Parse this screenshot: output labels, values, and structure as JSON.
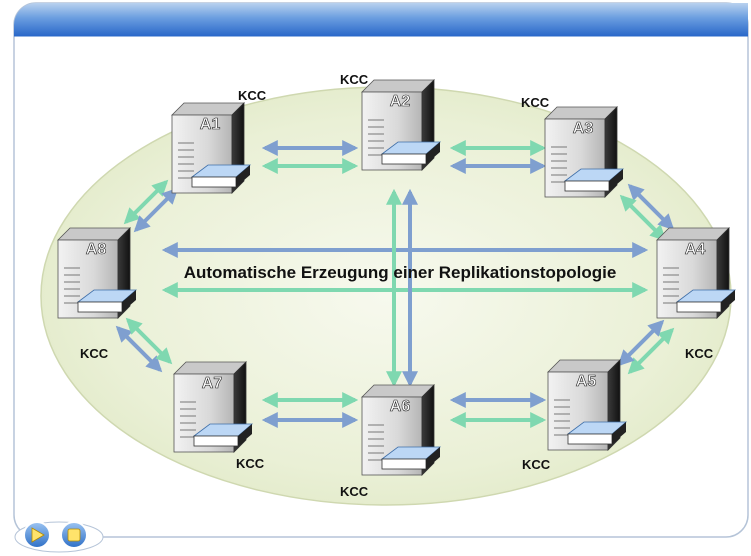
{
  "diagram": {
    "caption": "Automatische Erzeugung einer Replikationstopologie",
    "servers": [
      {
        "id": "A1",
        "label": "A1",
        "kcc_label": "KCC"
      },
      {
        "id": "A2",
        "label": "A2",
        "kcc_label": "KCC"
      },
      {
        "id": "A3",
        "label": "A3",
        "kcc_label": "KCC"
      },
      {
        "id": "A4",
        "label": "A4",
        "kcc_label": "KCC"
      },
      {
        "id": "A5",
        "label": "A5",
        "kcc_label": "KCC"
      },
      {
        "id": "A6",
        "label": "A6",
        "kcc_label": "KCC"
      },
      {
        "id": "A7",
        "label": "A7",
        "kcc_label": "KCC"
      },
      {
        "id": "A8",
        "label": "A8",
        "kcc_label": "KCC"
      }
    ],
    "connections": [
      [
        "A1",
        "A2"
      ],
      [
        "A2",
        "A3"
      ],
      [
        "A3",
        "A4"
      ],
      [
        "A4",
        "A5"
      ],
      [
        "A5",
        "A6"
      ],
      [
        "A6",
        "A7"
      ],
      [
        "A7",
        "A8"
      ],
      [
        "A8",
        "A1"
      ],
      [
        "A8",
        "A4"
      ],
      [
        "A2",
        "A6"
      ]
    ]
  },
  "controls": {
    "play_icon": "play-icon",
    "stop_icon": "stop-icon"
  },
  "colors": {
    "arrow_blue": "#7f9fcf",
    "arrow_green": "#7fd8b0",
    "ellipse_fill": "#e9efd3",
    "frame_blue": "#2f73cf"
  }
}
